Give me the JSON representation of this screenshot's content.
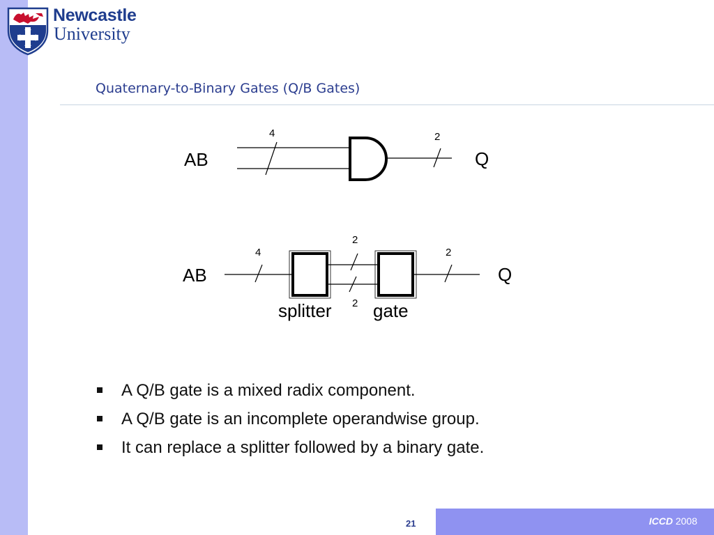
{
  "logo": {
    "name": "Newcastle",
    "sub": "University"
  },
  "slide": {
    "title": "Quaternary-to-Binary Gates (Q/B Gates)",
    "page_number": "21"
  },
  "diagram_top": {
    "input_label": "AB",
    "output_label": "Q",
    "input_width": "4",
    "output_width": "2"
  },
  "diagram_bottom": {
    "input_label": "AB",
    "output_label": "Q",
    "input_width": "4",
    "mid_top_width": "2",
    "mid_bottom_width": "2",
    "output_width": "2",
    "splitter_label": "splitter",
    "gate_label": "gate"
  },
  "bullets": [
    "A Q/B gate is a mixed radix component.",
    "A Q/B gate is an incomplete operandwise group.",
    "It can replace a splitter followed by a binary gate."
  ],
  "footer": {
    "conference": "ICCD",
    "year": "2008"
  },
  "colors": {
    "left_bar": "#b8bcf6",
    "footer_bar": "#8f92f1",
    "title": "#2b3d8f",
    "logo_text": "#1f3d8e",
    "logo_shield": "#1f3d8e",
    "logo_lion": "#c8102e"
  }
}
